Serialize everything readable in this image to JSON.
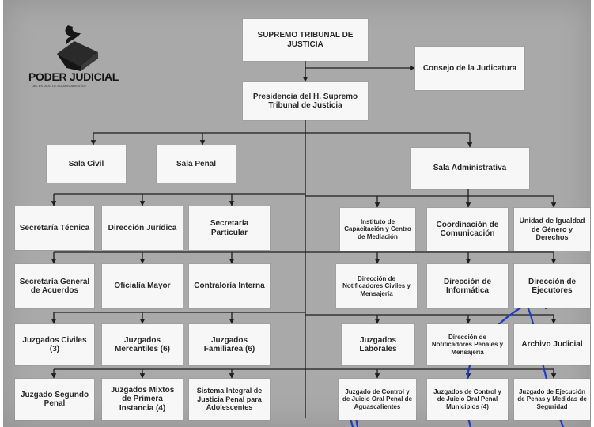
{
  "logo": {
    "title": "PODER JUDICIAL",
    "subtitle": "DEL ESTADO DE AGUASCALIENTES"
  },
  "org": {
    "supremo": "SUPREMO TRIBUNAL DE JUSTICIA",
    "consejo": "Consejo de la Judicatura",
    "presidencia": "Presidencia del H. Supremo Tribunal de Justicia",
    "sala_civil": "Sala Civil",
    "sala_penal": "Sala Penal",
    "sala_admin": "Sala Administrativa",
    "sec_tecnica": "Secretaría Técnica",
    "dir_juridica": "Dirección Jurídica",
    "sec_particular": "Secretaría Particular",
    "instituto": "Instituto de Capacitación y Centro de Mediación",
    "coord_comunicacion": "Coordinación de Comunicación",
    "unidad_igualdad": "Unidad de Igualdad de Género y Derechos",
    "sec_general": "Secretaría General de Acuerdos",
    "oficialia": "Oficialía Mayor",
    "contraloria": "Contraloría Interna",
    "dir_notificadores_civiles": "Dirección de Notificadores Civiles y Mensajería",
    "dir_informatica": "Dirección de Informática",
    "dir_ejecutores": "Dirección de Ejecutores",
    "juzgados_civiles": "Juzgados Civiles (3)",
    "juzgados_mercantiles": "Juzgados Mercantiles (6)",
    "juzgados_familiares": "Juzgados Familiarea (6)",
    "juzgados_laborales": "Juzgados Laborales",
    "dir_notificadores_penales": "Dirección de Notificadores Penales y Mensajería",
    "archivo": "Archivo Judicial",
    "juzgado_segundo_penal": "Juzgado Segundo Penal",
    "juzgados_mixtos": "Juzgados Mixtos de Primera Instancia (4)",
    "sistema_integral": "Sistema Integral de Justicia Penal para Adolescentes",
    "juzgado_control_ags": "Juzgado de Control y de Juicio Oral Penal de Aguascalientes",
    "juzgados_control_mun": "Juzgados de Control y de Juicio Oral Penal Municipios (4)",
    "juzgado_ejecucion": "Juzgado de Ejecución de Penas y Medidas de Seguridad"
  },
  "colors": {
    "background": "#a9a9a9",
    "box": "#f7f7f7",
    "line": "#1e1e1e",
    "signature": "#1f3cc4"
  }
}
